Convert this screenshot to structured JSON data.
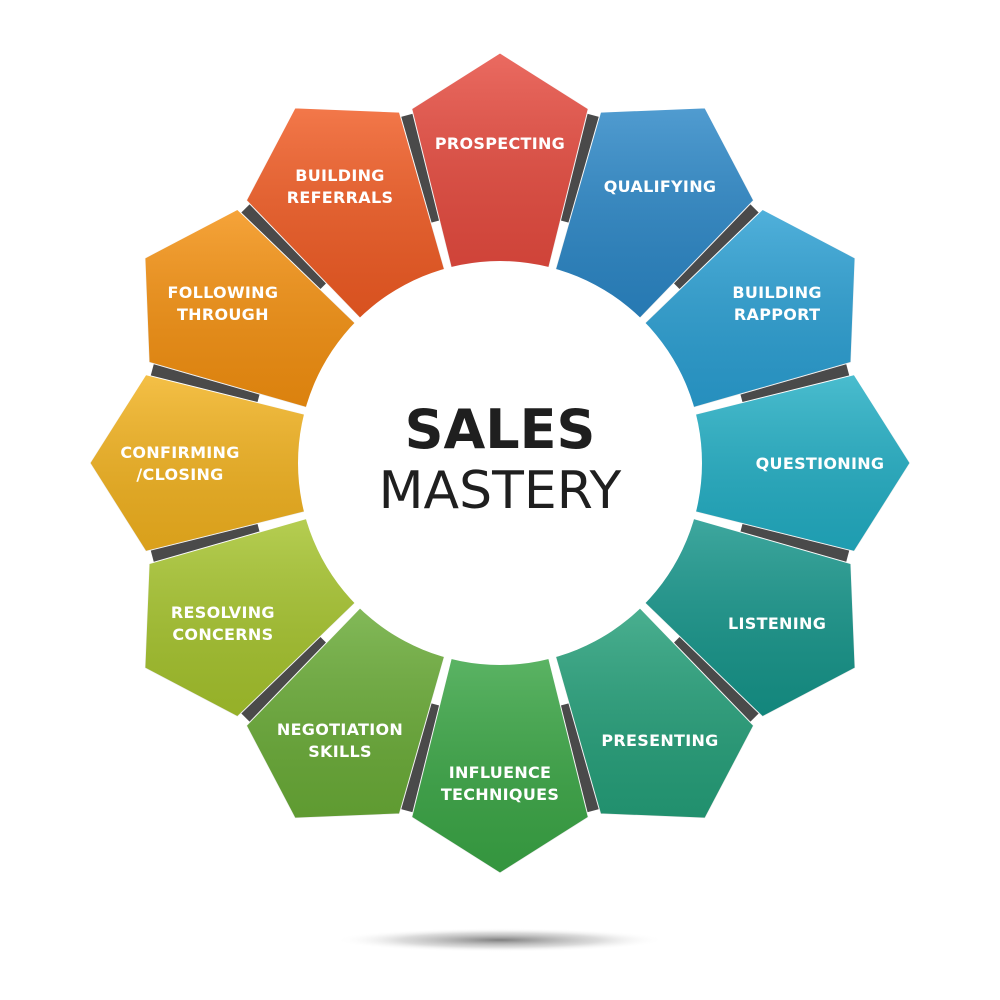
{
  "center": {
    "title": "SALES",
    "subtitle": "MASTERY"
  },
  "segments": [
    {
      "lines": [
        "PROSPECTING"
      ],
      "color": "#e64a3e"
    },
    {
      "lines": [
        "QUALIFYING"
      ],
      "color": "#2a86c6"
    },
    {
      "lines": [
        "BUILDING",
        "RAPPORT"
      ],
      "color": "#2a9fd3"
    },
    {
      "lines": [
        "QUESTIONING"
      ],
      "color": "#22aec4"
    },
    {
      "lines": [
        "LISTENING"
      ],
      "color": "#15958a"
    },
    {
      "lines": [
        "PRESENTING"
      ],
      "color": "#25a07a"
    },
    {
      "lines": [
        "INFLUENCE",
        "TECHNIQUES"
      ],
      "color": "#3aa645"
    },
    {
      "lines": [
        "NEGOTIATION",
        "SKILLS"
      ],
      "color": "#6aac37"
    },
    {
      "lines": [
        "RESOLVING",
        "CONCERNS"
      ],
      "color": "#a6c42d"
    },
    {
      "lines": [
        "CONFIRMING",
        "/CLOSING"
      ],
      "color": "#f2b21e"
    },
    {
      "lines": [
        "FOLLOWING",
        "THROUGH"
      ],
      "color": "#f4900f"
    },
    {
      "lines": [
        "BUILDING",
        "REFERRALS"
      ],
      "color": "#f05a22"
    }
  ]
}
